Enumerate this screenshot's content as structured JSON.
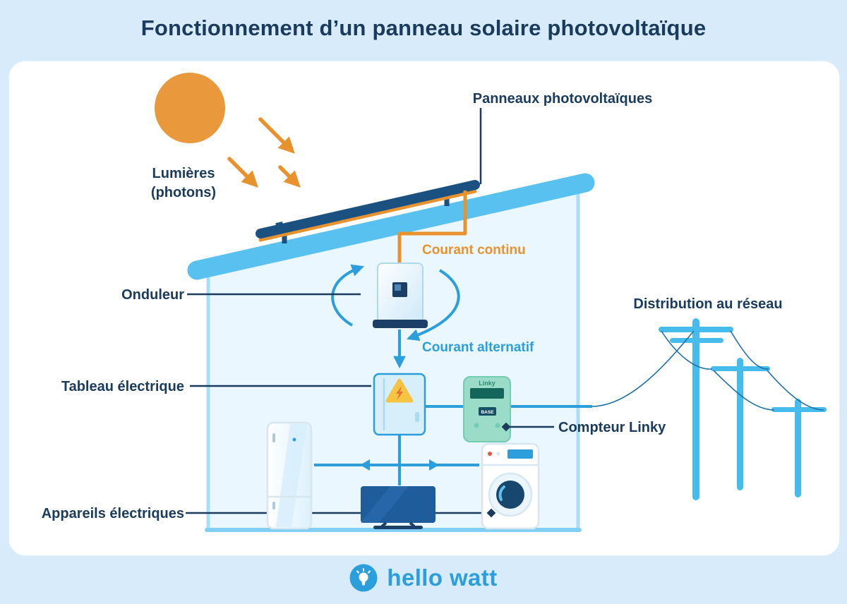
{
  "page": {
    "title": "Fonctionnement d’un panneau solaire photovoltaïque"
  },
  "diagram": {
    "labels": {
      "panels": "Panneaux photovoltaïques",
      "light_line1": "Lumières",
      "light_line2": "(photons)",
      "direct_current": "Courant continu",
      "inverter": "Onduleur",
      "alternating_current": "Courant alternatif",
      "electrical_panel": "Tableau électrique",
      "linky_meter": "Compteur Linky",
      "grid_distribution": "Distribution au réseau",
      "appliances": "Appareils électriques"
    },
    "devices": {
      "linky_brand": "Linky",
      "linky_button": "BASE"
    },
    "colors": {
      "accent_orange": "#E8922E",
      "accent_blue": "#2D9EDC",
      "navy": "#1A3B5D",
      "roof_blue": "#58C1F0",
      "linky_mint": "#9BDCC9",
      "background": "#D7EBFA"
    }
  },
  "footer": {
    "brand": "hello watt"
  }
}
